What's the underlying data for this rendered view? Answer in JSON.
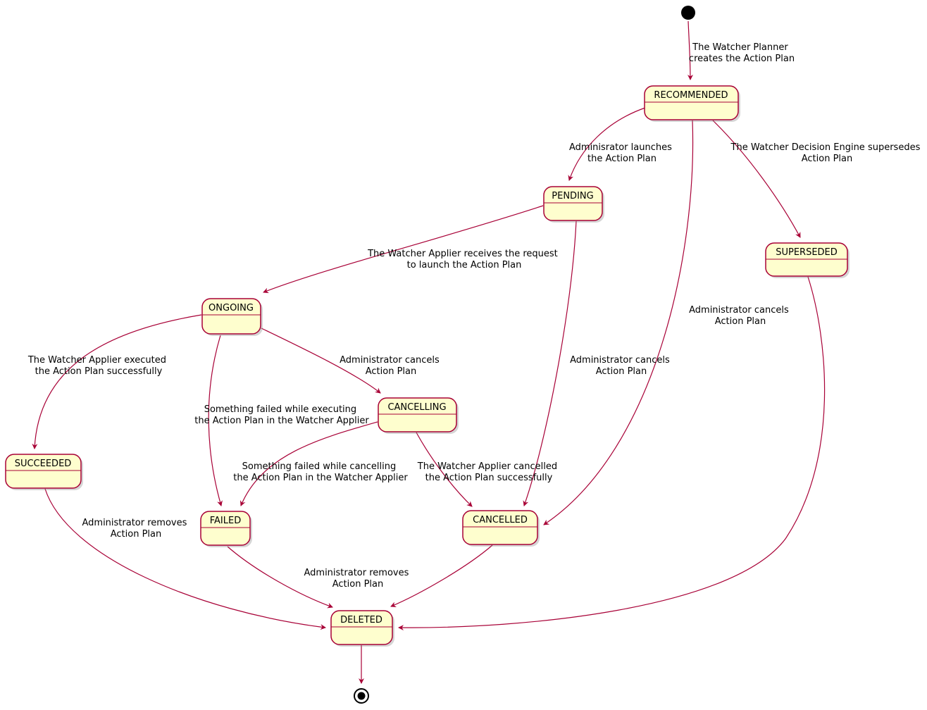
{
  "colors": {
    "state_fill": "#FEFECE",
    "state_border": "#A80036",
    "arrow": "#A80036",
    "label_text": "#000000"
  },
  "states": {
    "recommended": {
      "label": "RECOMMENDED"
    },
    "pending": {
      "label": "PENDING"
    },
    "superseded": {
      "label": "SUPERSEDED"
    },
    "ongoing": {
      "label": "ONGOING"
    },
    "cancelling": {
      "label": "CANCELLING"
    },
    "succeeded": {
      "label": "SUCCEEDED"
    },
    "failed": {
      "label": "FAILED"
    },
    "cancelled": {
      "label": "CANCELLED"
    },
    "deleted": {
      "label": "DELETED"
    }
  },
  "transitions": {
    "init_to_recommended": {
      "line1": "The Watcher Planner",
      "line2": "creates the Action Plan"
    },
    "recommended_to_pending": {
      "line1": "Adminisrator launches",
      "line2": "the Action Plan"
    },
    "recommended_to_superseded": {
      "line1": "The Watcher Decision Engine supersedes",
      "line2": "Action Plan"
    },
    "pending_to_ongoing": {
      "line1": "The Watcher Applier receives the request",
      "line2": "to launch the Action Plan"
    },
    "ongoing_to_succeeded": {
      "line1": "The Watcher Applier executed",
      "line2": "the Action Plan successfully"
    },
    "ongoing_to_cancelling": {
      "line1": "Administrator cancels",
      "line2": "Action Plan"
    },
    "ongoing_to_failed": {
      "line1": "Something failed while executing",
      "line2": "the Action Plan in the Watcher Applier"
    },
    "cancelling_to_failed": {
      "line1": "Something failed while cancelling",
      "line2": "the Action Plan in the Watcher Applier"
    },
    "cancelling_to_cancelled": {
      "line1": "The Watcher Applier cancelled",
      "line2": "the Action Plan successfully"
    },
    "pending_to_cancelled": {
      "line1": "Administrator cancels",
      "line2": "Action Plan"
    },
    "recommended_to_cancelled": {
      "line1": "Administrator cancels",
      "line2": "Action Plan"
    },
    "succeeded_to_deleted": {
      "line1": "Administrator removes",
      "line2": "Action Plan"
    },
    "failed_to_deleted": {
      "line1": "Administrator removes",
      "line2": "Action Plan"
    }
  }
}
